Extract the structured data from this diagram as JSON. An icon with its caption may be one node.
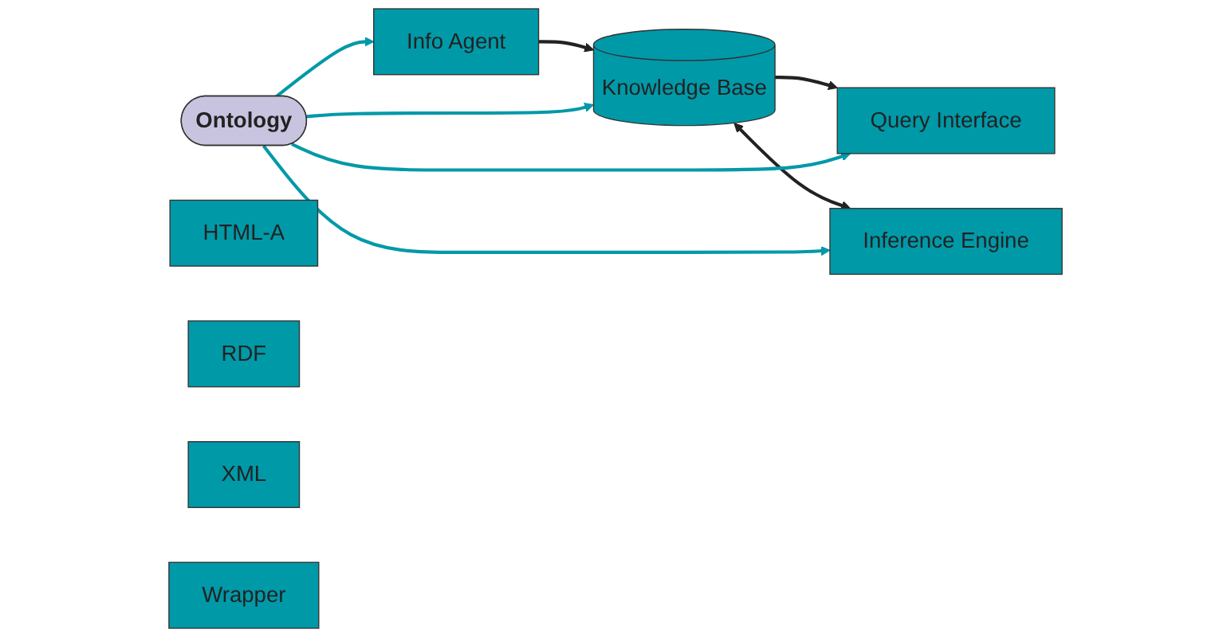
{
  "diagram": {
    "nodes": [
      {
        "text": [
          "Query Interface"
        ]
      },
      {
        "text": [
          "Knowledge Base"
        ]
      },
      {
        "text": [
          "Inference Engine"
        ]
      },
      {
        "text": [
          "Ontology"
        ]
      },
      {
        "text": [
          "Info Agent"
        ]
      },
      {
        "text": [
          "HTML-A"
        ]
      },
      {
        "text": [
          "RDF"
        ]
      },
      {
        "text": [
          "XML"
        ]
      },
      {
        "text": [
          "Wrapper"
        ]
      }
    ],
    "edges": [
      {
        "from": 1,
        "to": 0,
        "arrow": "to",
        "color": "#222222"
      },
      {
        "from": 1,
        "to": 2,
        "arrow": "both",
        "color": "#222222"
      },
      {
        "from": 4,
        "to": 1,
        "arrow": "to",
        "color": "#222222"
      },
      {
        "from": 3,
        "to": 0,
        "arrow": "to"
      },
      {
        "from": 3,
        "to": 2,
        "arrow": "to"
      },
      {
        "from": 3,
        "to": 1,
        "arrow": "to"
      },
      {
        "from": 3,
        "to": 4,
        "arrow": "to"
      }
    ]
  }
}
